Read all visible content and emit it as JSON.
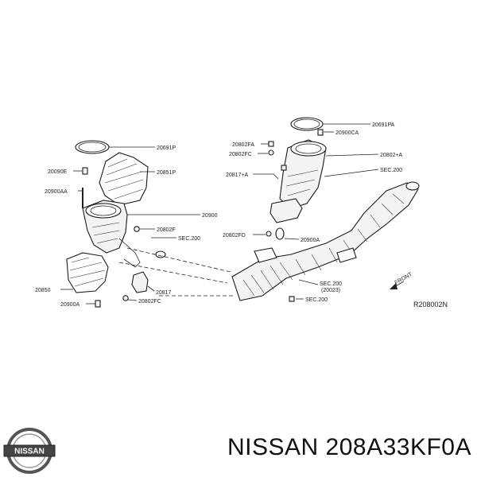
{
  "labels": {
    "p20691P": "20691P",
    "p20090E": "20090E",
    "p20851P": "20851P",
    "p20900AA": "20900AA",
    "p20900": "20900",
    "p20802F": "20802F",
    "sec200_left": "SEC.200",
    "p20850": "20850",
    "p20817_left": "20817",
    "p20900A_left": "20900A",
    "p20802FC_left": "20802FC",
    "p20691PA": "20691PA",
    "p20900CA": "20900CA",
    "p20802FA": "20802FA",
    "p20802FC_right": "20802FC",
    "p20802A": "20802+A",
    "sec200_right": "SEC.200",
    "p20817A": "20817+A",
    "p20802FD": "20802FD",
    "p20900A_right": "20900A",
    "sec200_lower": "SEC.200",
    "p20023": "(20023)",
    "sec200_bottom": "SEC.200",
    "front": "FRONT"
  },
  "diagram_code": "R208002N",
  "brand": {
    "logo_text": "NISSAN",
    "title": "NISSAN 208A33KF0A"
  },
  "icons": {
    "logo": "nissan-logo-icon",
    "front_arrow": "front-arrow-icon"
  }
}
